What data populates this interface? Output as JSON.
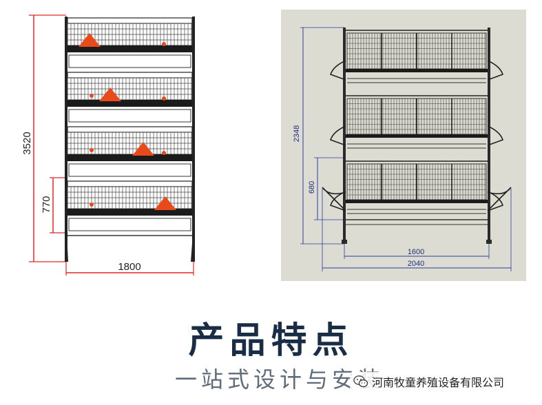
{
  "left_drawing": {
    "dim_total_height": "3520",
    "dim_tier_height": "770",
    "dim_width": "1800",
    "tiers": 4,
    "dim_color": "#e0282c",
    "feeder_color": "#e84a1c"
  },
  "right_drawing": {
    "dim_total_height": "2348",
    "dim_lower_height": "680",
    "dim_inner_width": "1600",
    "dim_outer_width": "2040",
    "tiers": 3,
    "dim_color": "#2a3aa0",
    "background": "#dcdcd2"
  },
  "title": "产品特点",
  "subtitle": "一站式设计与安装",
  "watermark": {
    "icon": "wechat-icon",
    "text": "河南牧童养殖设备有限公司"
  }
}
